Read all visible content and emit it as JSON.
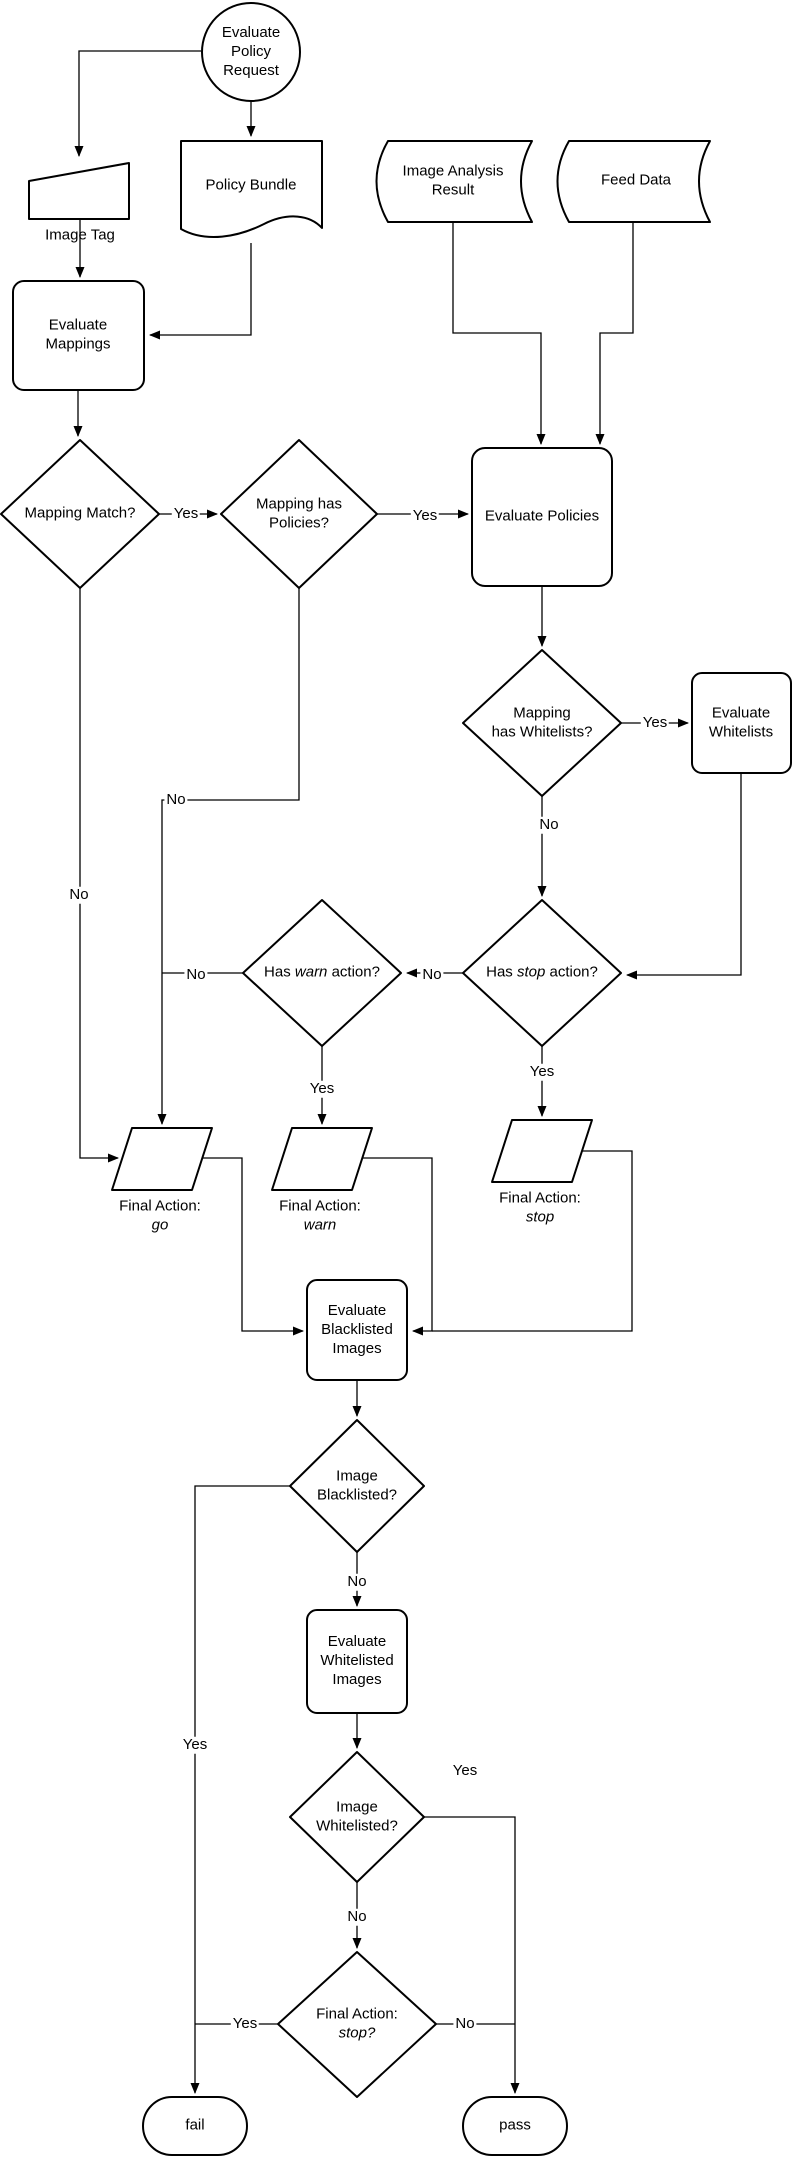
{
  "diagram": {
    "colors": {
      "stroke": "#000000",
      "fill": "#ffffff",
      "text": "#000000"
    },
    "nodes": {
      "evaluate_policy_request": "Evaluate\nPolicy\nRequest",
      "image_tag": "Image Tag",
      "policy_bundle": "Policy Bundle",
      "image_analysis_result": "Image Analysis\nResult",
      "feed_data": "Feed Data",
      "evaluate_mappings": "Evaluate\nMappings",
      "mapping_match": "Mapping Match?",
      "mapping_has_policies": "Mapping has\nPolicies?",
      "evaluate_policies": "Evaluate Policies",
      "mapping_has_whitelists": "Mapping\nhas Whitelists?",
      "evaluate_whitelists": "Evaluate\nWhitelists",
      "has_warn_action": {
        "pre": "Has ",
        "word": "warn",
        "post": " action?"
      },
      "has_stop_action": {
        "pre": "Has ",
        "word": "stop",
        "post": " action?"
      },
      "final_action_go": {
        "line1": "Final Action:",
        "line2": "go"
      },
      "final_action_warn": {
        "line1": "Final Action:",
        "line2": "warn"
      },
      "final_action_stop": {
        "line1": "Final Action:",
        "line2": "stop"
      },
      "evaluate_blacklisted_images": "Evaluate\nBlacklisted\nImages",
      "image_blacklisted": "Image\nBlacklisted?",
      "evaluate_whitelisted_images": "Evaluate\nWhitelisted\nImages",
      "image_whitelisted": "Image\nWhitelisted?",
      "final_action_stop_q": {
        "line1": "Final Action:",
        "line2": "stop?"
      },
      "fail": "fail",
      "pass": "pass"
    },
    "edge_labels": {
      "match_yes": "Yes",
      "match_no": "No",
      "policies_yes": "Yes",
      "policies_no": "No",
      "whitelists_yes": "Yes",
      "whitelists_no": "No",
      "stop_no": "No",
      "warn_no": "No",
      "warn_yes": "Yes",
      "stop_yes": "Yes",
      "blacklisted_yes": "Yes",
      "blacklisted_no": "No",
      "whitelisted_yes": "Yes",
      "whitelisted_no": "No",
      "final_stop_yes": "Yes",
      "final_stop_no": "No"
    }
  }
}
